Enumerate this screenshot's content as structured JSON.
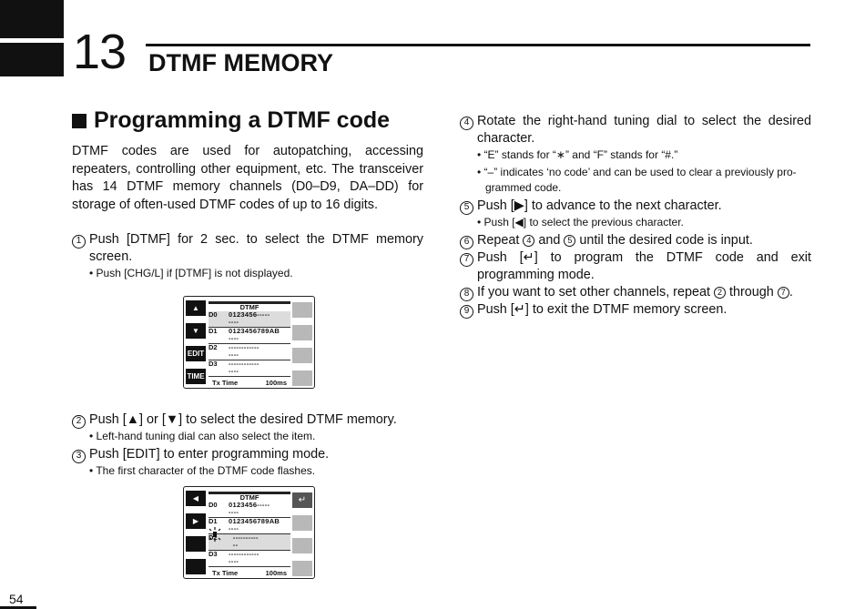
{
  "chapter": {
    "number": "13",
    "title": "DTMF MEMORY"
  },
  "section_title": "Programming a DTMF code",
  "intro": "DTMF codes are used for autopatching, accessing repeaters, controlling other equipment, etc. The transceiver has 14 DTMF memory channels (D0–D9, DA–DD) for storage of often-used DTMF codes of up to 16 digits.",
  "steps": {
    "s1": {
      "num": "1",
      "text": "Push [DTMF] for 2 sec. to select the DTMF memory screen.",
      "note": "• Push [CHG/L] if [DTMF] is not displayed."
    },
    "s2": {
      "num": "2",
      "text": "Push [▲] or [▼] to select the desired DTMF memory.",
      "note": "• Left-hand tuning dial can also select the item."
    },
    "s3": {
      "num": "3",
      "text": "Push [EDIT] to enter programming mode.",
      "note": "• The first character of the DTMF code flashes."
    },
    "s4": {
      "num": "4",
      "text": "Rotate the right-hand tuning dial to select the desired character.",
      "note1": "• “E” stands for “∗” and “F” stands for “#.”",
      "note2a": "• “–” indicates ‘no code’ and can be used to clear a previously pro-",
      "note2b": "grammed code."
    },
    "s5": {
      "num": "5",
      "text": "Push [▶] to advance to the next character.",
      "note": "• Push [◀] to select the previous character."
    },
    "s6": {
      "num": "6",
      "pre": "Repeat ",
      "mid": " and ",
      "post": " until the desired code is input.",
      "ref_a": "4",
      "ref_b": "5"
    },
    "s7": {
      "num": "7",
      "text": "Push [↵] to program the DTMF code and exit programming mode."
    },
    "s8": {
      "num": "8",
      "pre": "If you want to set other channels, repeat ",
      "mid": " through ",
      "post": ".",
      "ref_a": "2",
      "ref_b": "7"
    },
    "s9": {
      "num": "9",
      "text": "Push [↵] to exit the DTMF memory screen."
    }
  },
  "screen1": {
    "title": "DTMF",
    "buttons": [
      "▲",
      "▼",
      "EDIT",
      "TIME"
    ],
    "rows": [
      {
        "ch": "D0",
        "code": "0123456-----\n----"
      },
      {
        "ch": "D1",
        "code": "0123456789AB\n----"
      },
      {
        "ch": "D2",
        "code": "------------\n----"
      },
      {
        "ch": "D3",
        "code": "------------\n----"
      }
    ],
    "footer_label": "Tx  Time",
    "footer_value": "100ms"
  },
  "screen2": {
    "title": "DTMF",
    "buttons": [
      "◀",
      "▶",
      "",
      ""
    ],
    "enter_label": "↵",
    "rows": [
      {
        "ch": "D0",
        "code": "0123456-----\n----"
      },
      {
        "ch": "D1",
        "code": "0123456789AB\n----"
      },
      {
        "ch": "D2",
        "code": "  ----------\n  --"
      },
      {
        "ch": "D3",
        "code": "------------\n----"
      }
    ],
    "footer_label": "Tx  Time",
    "footer_value": "100ms"
  },
  "page_number": "54"
}
